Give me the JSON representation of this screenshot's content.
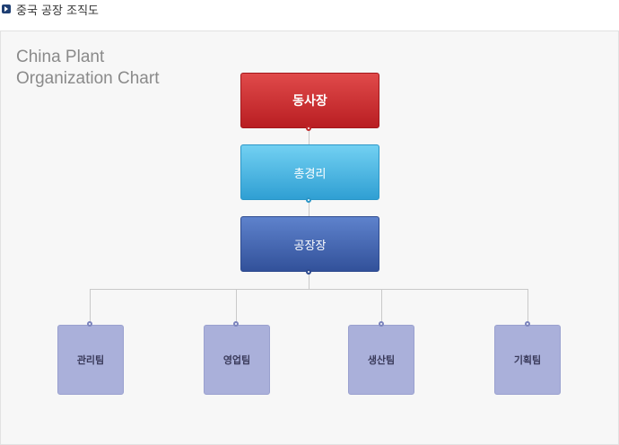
{
  "header": {
    "title": "중국 공장 조직도"
  },
  "chart": {
    "title_lines": [
      "China Plant",
      "Organization Chart"
    ],
    "executive": "동사장",
    "general_manager": "총경리",
    "plant_manager": "공장장",
    "teams": [
      "관리팀",
      "영업팀",
      "생산팀",
      "기획팀"
    ]
  },
  "colors": {
    "executive": "#c8262b",
    "general_manager": "#4bb8e6",
    "plant_manager": "#4166b3",
    "team": "#aab0da",
    "connector": "#c9c9c9"
  }
}
